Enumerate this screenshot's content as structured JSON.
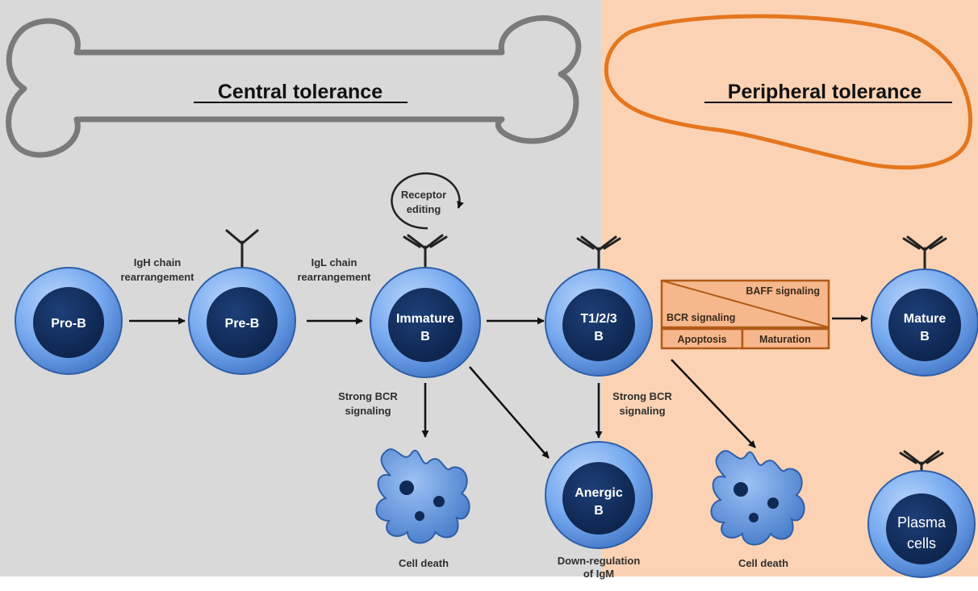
{
  "regions": {
    "central": {
      "title": "Central tolerance",
      "bg": "#d9d9d9"
    },
    "peripheral": {
      "title": "Peripheral tolerance",
      "bg": "#fbd3b4",
      "accent": "#e5761e"
    }
  },
  "cells": {
    "pro_b": [
      "Pro-B"
    ],
    "pre_b": [
      "Pre-B"
    ],
    "immature_b": [
      "Immature",
      "B"
    ],
    "t123_b": [
      "T1/2/3",
      "B"
    ],
    "mature_b": [
      "Mature",
      "B"
    ],
    "anergic_b": [
      "Anergic",
      "B"
    ],
    "plasma_cells": [
      "Plasma",
      "cells"
    ]
  },
  "labels": {
    "igh": [
      "IgH chain",
      "rearrangement"
    ],
    "igl": [
      "IgL chain",
      "rearrangement"
    ],
    "receptor_editing": [
      "Receptor",
      "editing"
    ],
    "strong_bcr_1": [
      "Strong BCR",
      "signaling"
    ],
    "strong_bcr_2": [
      "Strong BCR",
      "signaling"
    ],
    "cell_death_1": "Cell death",
    "cell_death_2": "Cell death",
    "downreg": [
      "Down-regulation",
      "of IgM"
    ]
  },
  "signal_box": {
    "baff": "BAFF signaling",
    "bcr": "BCR signaling",
    "apoptosis": "Apoptosis",
    "maturation": "Maturation"
  },
  "colors": {
    "cell_outer": "#7ab0f0",
    "cell_inner": "#0f2a54",
    "apoptotic": "#6aa2ea",
    "arrow": "#111111",
    "bone_outline": "#7a7a7a"
  }
}
